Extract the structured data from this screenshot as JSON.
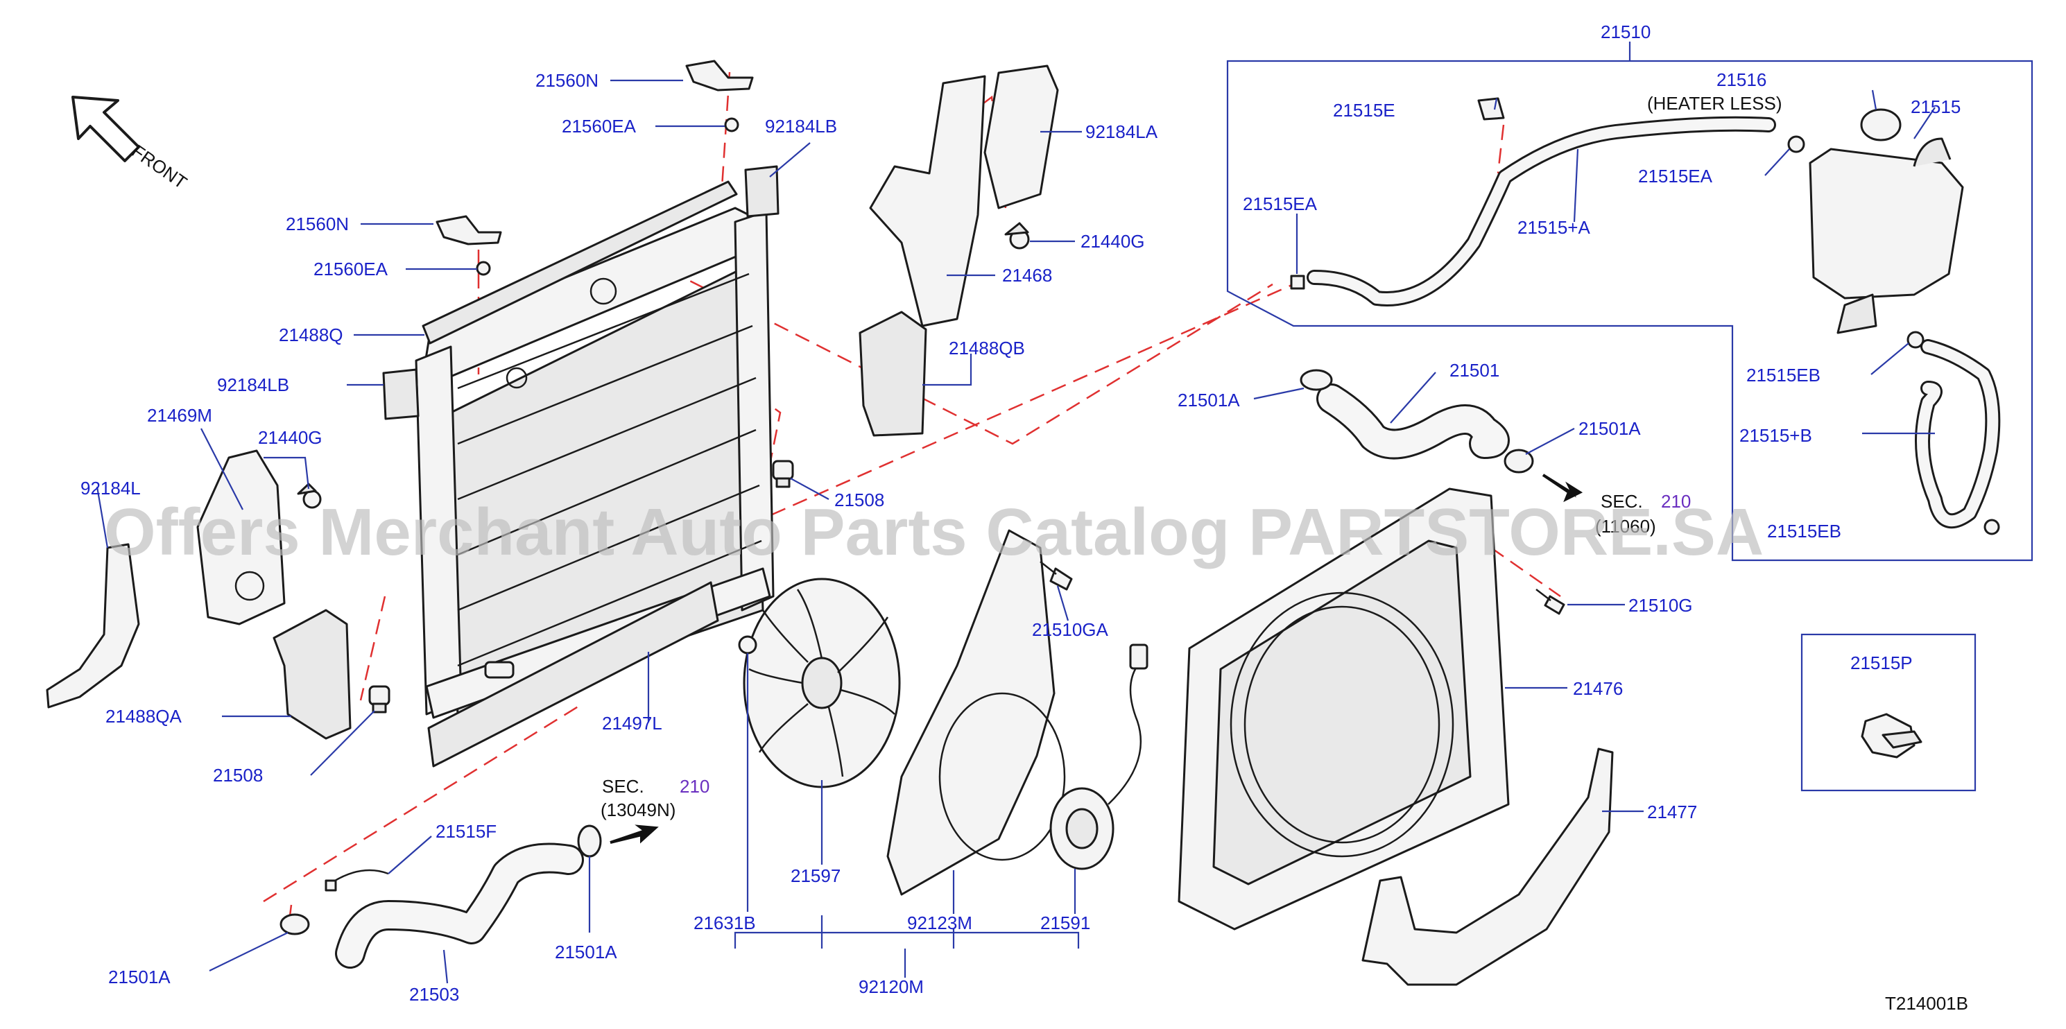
{
  "diagram_code": "T214001B",
  "watermark": "Offers Merchant Auto Parts Catalog PARTSTORE.SA",
  "front_indicator": {
    "label": "FRONT",
    "icon": "front-arrow-icon"
  },
  "labels": {
    "p21560N_top": "21560N",
    "p21560EA_top": "21560EA",
    "p92184LB_top": "92184LB",
    "p21560N_mid": "21560N",
    "p21560EA_mid": "21560EA",
    "p21488Q": "21488Q",
    "p92184LB_mid": "92184LB",
    "p21469M": "21469M",
    "p21440G_left": "21440G",
    "p92184L": "92184L",
    "p21488QA": "21488QA",
    "p21508_left": "21508",
    "p21497L": "21497L",
    "p92184LA": "92184LA",
    "p21440G_mid": "21440G",
    "p21468": "21468",
    "p21488QB": "21488QB",
    "p21508_mid": "21508",
    "p21510GA": "21510GA",
    "p21510": "21510",
    "p21516": "21516",
    "p21515": "21515",
    "p21515E": "21515E",
    "p21515EA_right": "21515EA",
    "p21515EA_left": "21515EA",
    "p21515A": "21515+A",
    "p21501": "21501",
    "p21501A_mid": "21501A",
    "p21501A_right": "21501A",
    "p21515EB_top": "21515EB",
    "p21515B": "21515+B",
    "p21515EB_bottom": "21515EB",
    "p21510G": "21510G",
    "p21476": "21476",
    "p21515P": "21515P",
    "p21477": "21477",
    "p21597": "21597",
    "p21631B": "21631B",
    "p92123M": "92123M",
    "p21591": "21591",
    "p92120M": "92120M",
    "p21515F": "21515F",
    "p21501A_low": "21501A",
    "p21501A_left": "21501A",
    "p21503": "21503"
  },
  "notes": {
    "heater_less": "(HEATER  LESS)",
    "sec_upper_prefix": "SEC.",
    "sec_upper_num": "210",
    "sec_upper_ref": "(11060)",
    "sec_lower_prefix": "SEC.",
    "sec_lower_num": "210",
    "sec_lower_ref": "(13049N)"
  },
  "colors": {
    "label": "#1a22c8",
    "leader": "#2a3aa8",
    "dash": "#e03030",
    "sec_number": "#6a2fc0",
    "outline": "#1b1b1b"
  }
}
